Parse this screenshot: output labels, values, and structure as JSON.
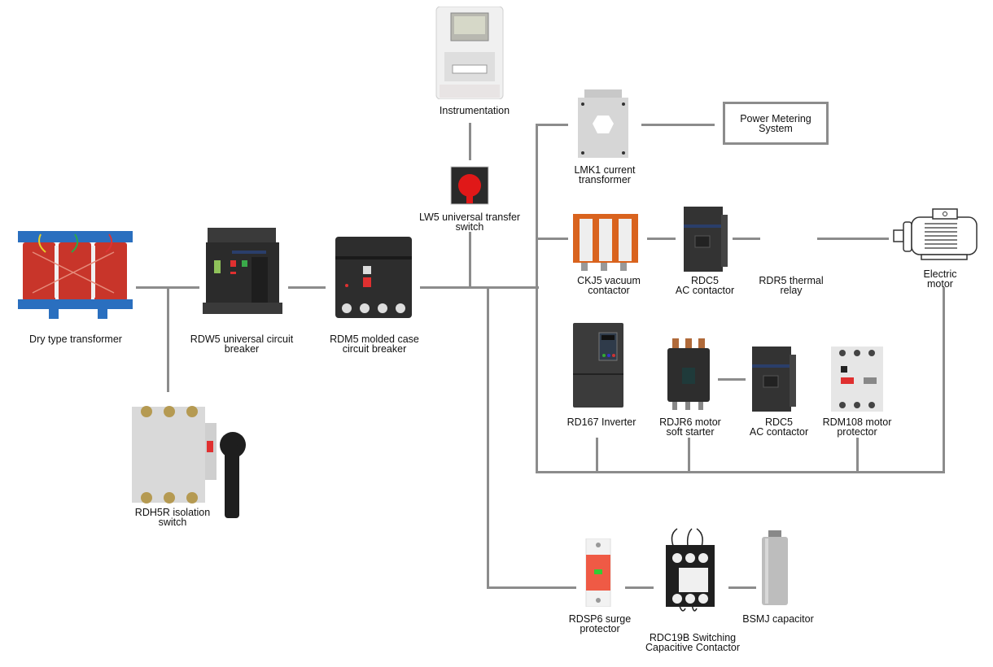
{
  "diagram": {
    "title": "Power distribution system diagram",
    "colors": {
      "connector": "#8c8c8c",
      "transformer_red": "#c8352a",
      "transformer_blue": "#2a6fbf",
      "breaker_dark": "#2b2b2b",
      "switch_red": "#e01818",
      "surge_red": "#ef5a45",
      "vacuum_orange": "#d9631e"
    },
    "nodes": {
      "dry_transformer": {
        "label": "Dry type transformer",
        "icon": "transformer-icon"
      },
      "rdw5": {
        "label": "RDW5 universal circuit\nbreaker",
        "icon": "air-circuit-breaker-icon"
      },
      "rdm5": {
        "label": "RDM5 molded case\ncircuit breaker",
        "icon": "molded-case-breaker-icon"
      },
      "rdh5r": {
        "label": "RDH5R isolation\nswitch",
        "icon": "isolation-switch-icon"
      },
      "instrumentation": {
        "label": "Instrumentation",
        "icon": "energy-meter-icon"
      },
      "lw5": {
        "label": "LW5 universal transfer\nswitch",
        "icon": "rotary-switch-icon"
      },
      "lmk1": {
        "label": "LMK1 current\ntransformer",
        "icon": "current-transformer-icon"
      },
      "power_metering": {
        "label": "Power Metering\nSystem"
      },
      "ckj5": {
        "label": "CKJ5 vacuum\ncontactor",
        "icon": "vacuum-contactor-icon"
      },
      "rdc5_top": {
        "label": "RDC5\nAC contactor",
        "icon": "ac-contactor-icon"
      },
      "rdr5": {
        "label": "RDR5 thermal\nrelay"
      },
      "motor": {
        "label": "Electric motor",
        "icon": "electric-motor-icon"
      },
      "rd167": {
        "label": "RD167 Inverter",
        "icon": "inverter-icon"
      },
      "rdjr6": {
        "label": "RDJR6 motor\nsoft starter",
        "icon": "soft-starter-icon"
      },
      "rdc5_mid": {
        "label": "RDC5\nAC contactor",
        "icon": "ac-contactor-icon"
      },
      "rdm108": {
        "label": "RDM108 motor\nprotector",
        "icon": "motor-protector-icon"
      },
      "rdsp6": {
        "label": "RDSP6 surge\nprotector",
        "icon": "surge-protector-icon"
      },
      "rdc19b": {
        "label": "RDC19B Switching\nCapacitive Contactor",
        "icon": "capacitor-contactor-icon"
      },
      "bsmj": {
        "label": "BSMJ capacitor",
        "icon": "capacitor-icon"
      }
    }
  }
}
